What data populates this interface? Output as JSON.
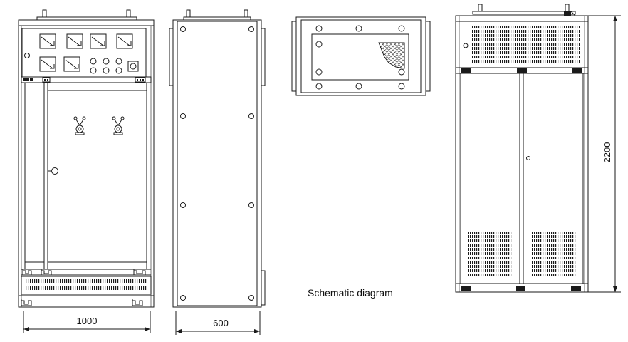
{
  "dimensions": {
    "front_width": "1000",
    "side_depth": "600",
    "rear_height": "2200"
  },
  "caption": "Schematic diagram"
}
